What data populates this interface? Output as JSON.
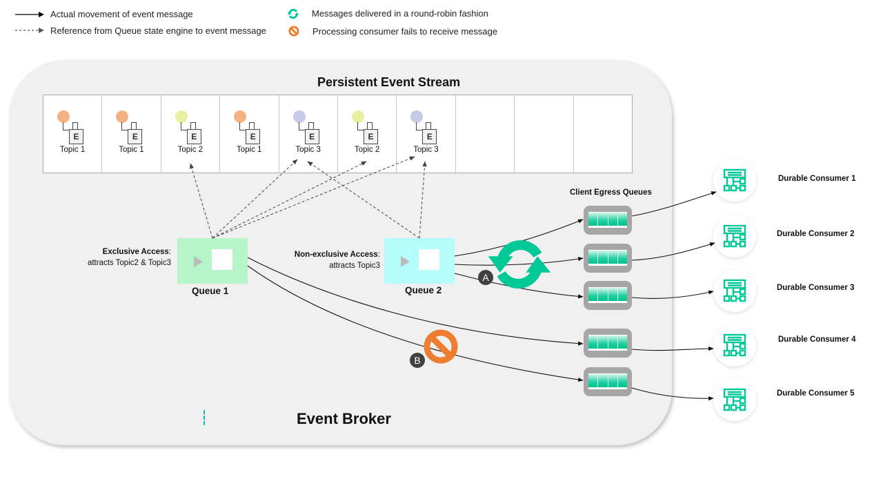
{
  "legend": {
    "solid_arrow": "Actual movement of event message",
    "dashed_arrow": "Reference from Queue state engine to event message",
    "round_robin": "Messages delivered in a round-robin fashion",
    "fails": "Processing consumer fails to receive message"
  },
  "stream": {
    "title": "Persistent Event Stream",
    "event_glyph": "E",
    "cells": [
      {
        "topic": "Topic 1",
        "color": "#f4b183"
      },
      {
        "topic": "Topic 1",
        "color": "#f4b183"
      },
      {
        "topic": "Topic 2",
        "color": "#e6f0a0"
      },
      {
        "topic": "Topic 1",
        "color": "#f4b183"
      },
      {
        "topic": "Topic 3",
        "color": "#c5cbe8"
      },
      {
        "topic": "Topic 2",
        "color": "#e6f0a0"
      },
      {
        "topic": "Topic 3",
        "color": "#c5cbe8"
      },
      null,
      null,
      null
    ]
  },
  "queues": [
    {
      "name": "Queue 1",
      "access_title": "Exclusive  Access",
      "access_detail": "attracts Topic2 & Topic3",
      "color": "#b6f5c8"
    },
    {
      "name": "Queue 2",
      "access_title": "Non-exclusive  Access",
      "access_detail": "attracts Topic3",
      "color": "#b5fcfc"
    }
  ],
  "egress": {
    "title": "Client Egress Queues",
    "count": 5
  },
  "consumers": [
    {
      "label": "Durable Consumer 1"
    },
    {
      "label": "Durable Consumer 2"
    },
    {
      "label": "Durable Consumer 3"
    },
    {
      "label": "Durable Consumer 4"
    },
    {
      "label": "Durable Consumer 5"
    }
  ],
  "badges": {
    "a": "A",
    "b": "B"
  },
  "broker": {
    "title": "Event Broker"
  },
  "colors": {
    "accent": "#00c896",
    "fail": "#ed7d31",
    "badge": "#404040"
  }
}
